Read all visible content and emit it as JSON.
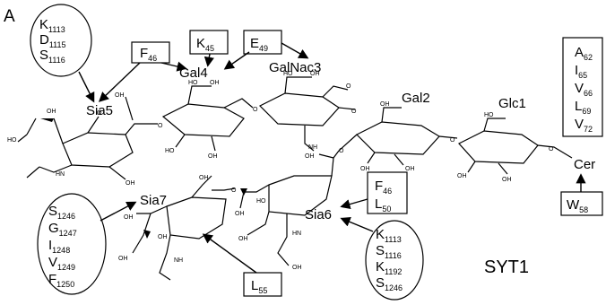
{
  "panel_label": "A",
  "protein_label": "SYT1",
  "sugars": {
    "sia5": "Sia5",
    "gal4": "Gal4",
    "galnac3": "GalNac3",
    "gal2": "Gal2",
    "glc1": "Glc1",
    "cer": "Cer",
    "sia6": "Sia6",
    "sia7": "Sia7"
  },
  "residue_groups": {
    "sia5_ellipse": [
      {
        "aa": "K",
        "num": "1113"
      },
      {
        "aa": "D",
        "num": "1115"
      },
      {
        "aa": "S",
        "num": "1116"
      }
    ],
    "f46_box": [
      {
        "aa": "F",
        "num": "46"
      }
    ],
    "k45_box": [
      {
        "aa": "K",
        "num": "45"
      }
    ],
    "e49_box": [
      {
        "aa": "E",
        "num": "49"
      }
    ],
    "cer_box": [
      {
        "aa": "A",
        "num": "62"
      },
      {
        "aa": "I",
        "num": "65"
      },
      {
        "aa": "V",
        "num": "66"
      },
      {
        "aa": "L",
        "num": "69"
      },
      {
        "aa": "V",
        "num": "72"
      }
    ],
    "w58_box": [
      {
        "aa": "W",
        "num": "58"
      }
    ],
    "sia6_box": [
      {
        "aa": "F",
        "num": "46"
      },
      {
        "aa": "L",
        "num": "50"
      }
    ],
    "sia6_ellipse": [
      {
        "aa": "K",
        "num": "1113"
      },
      {
        "aa": "S",
        "num": "1116"
      },
      {
        "aa": "K",
        "num": "1192"
      },
      {
        "aa": "S",
        "num": "1246"
      }
    ],
    "sia7_ellipse": [
      {
        "aa": "S",
        "num": "1246"
      },
      {
        "aa": "G",
        "num": "1247"
      },
      {
        "aa": "I",
        "num": "1248"
      },
      {
        "aa": "V",
        "num": "1249"
      },
      {
        "aa": "F",
        "num": "1250"
      }
    ],
    "l55_box": [
      {
        "aa": "L",
        "num": "55"
      }
    ]
  },
  "atoms": {
    "oh": "HO",
    "ho": "OH",
    "o": "O",
    "nh": "NH",
    "hn": "HN"
  }
}
